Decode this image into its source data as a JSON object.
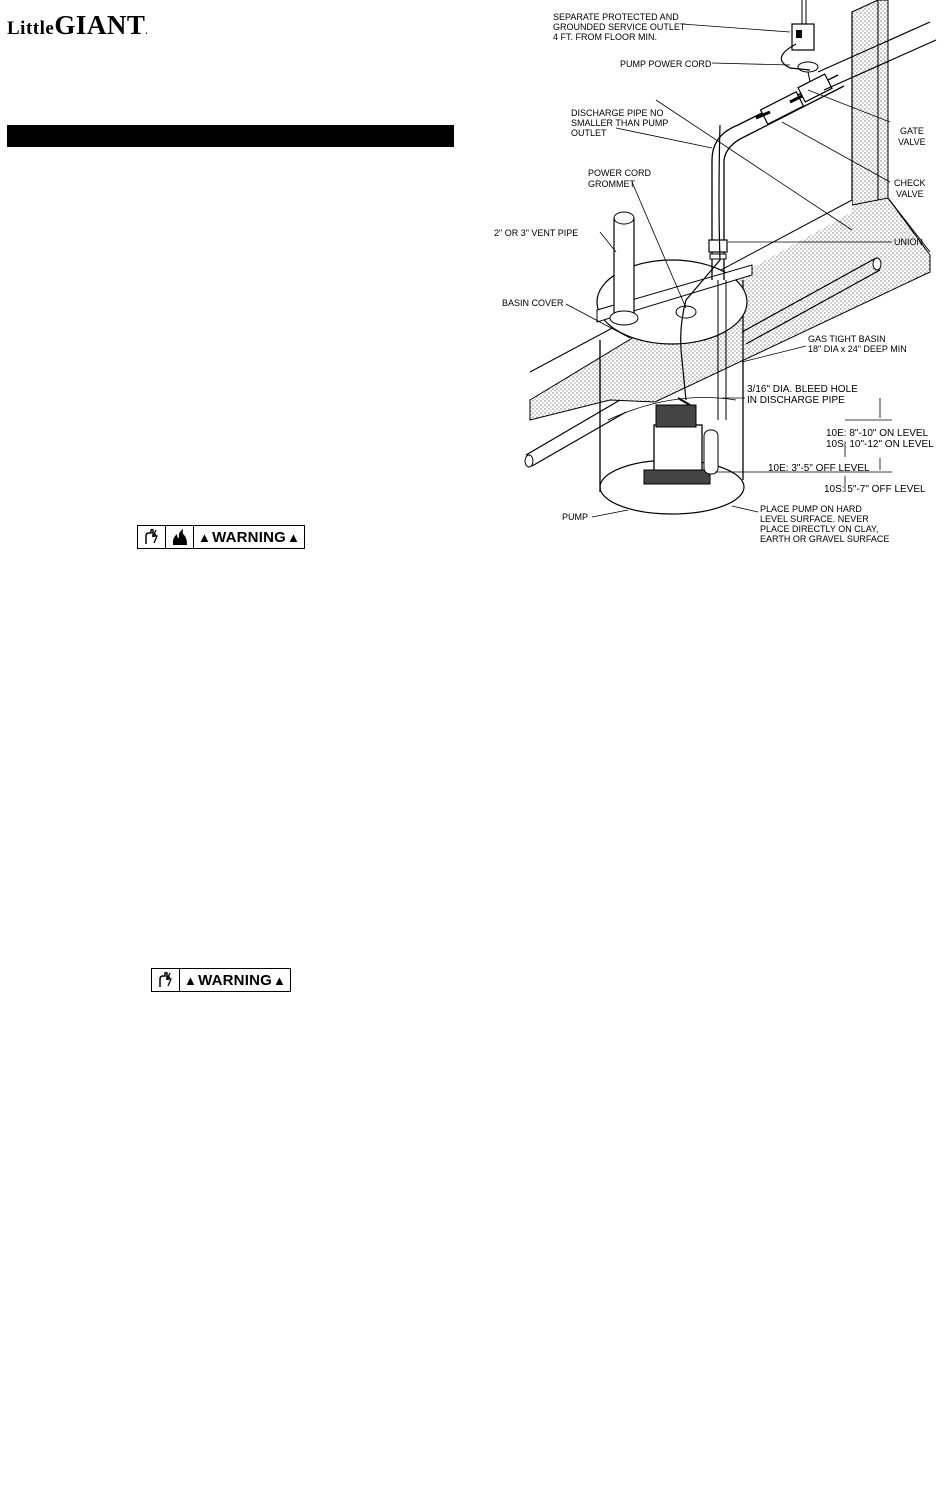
{
  "logo": {
    "little": "Little",
    "giant": "GIANT",
    "mark": "."
  },
  "warnings": [
    {
      "label": "WARNING"
    },
    {
      "label": "WARNING"
    }
  ],
  "diagram": {
    "labels": {
      "outlet": [
        "SEPARATE PROTECTED AND",
        "GROUNDED SERVICE OUTLET",
        "4 FT. FROM FLOOR MIN."
      ],
      "power_cord": "PUMP POWER CORD",
      "discharge": [
        "DISCHARGE PIPE NO",
        "SMALLER THAN PUMP",
        "OUTLET"
      ],
      "gate_valve": [
        "GATE",
        "VALVE"
      ],
      "check_valve": [
        "CHECK",
        "VALVE"
      ],
      "grommet": [
        "POWER CORD",
        "GROMMET"
      ],
      "vent_pipe": "2\" OR 3\" VENT PIPE",
      "union": "UNION",
      "basin_cover": "BASIN COVER",
      "gas_basin": [
        "GAS TIGHT BASIN",
        "18\" DIA  x 24\" DEEP MIN"
      ],
      "bleed_hole": [
        "3/16\" DIA. BLEED HOLE",
        "IN DISCHARGE PIPE"
      ],
      "on_level": [
        "10E: 8\"-10\" ON LEVEL",
        "10S: 10\"-12\" ON LEVEL"
      ],
      "off_level_e": "10E: 3\"-5\" OFF LEVEL",
      "off_level_s": "10S: 5\"-7\" OFF LEVEL",
      "pump": "PUMP",
      "surface": [
        "PLACE PUMP ON HARD",
        "LEVEL SURFACE. NEVER",
        "PLACE DIRECTLY ON CLAY,",
        "EARTH OR GRAVEL SURFACE"
      ]
    }
  }
}
